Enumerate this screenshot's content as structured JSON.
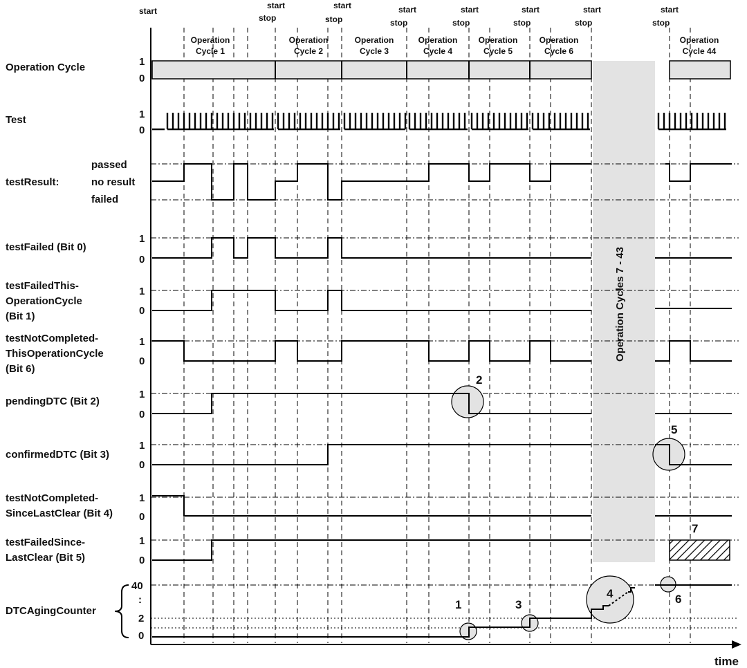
{
  "events": {
    "start": "start",
    "stop": "stop"
  },
  "cycles": [
    {
      "line1": "Operation",
      "line2": "Cycle 1"
    },
    {
      "line1": "Operation",
      "line2": "Cycle 2"
    },
    {
      "line1": "Operation",
      "line2": "Cycle 3"
    },
    {
      "line1": "Operation",
      "line2": "Cycle 4"
    },
    {
      "line1": "Operation",
      "line2": "Cycle 5"
    },
    {
      "line1": "Operation",
      "line2": "Cycle 6"
    },
    {
      "line1": "Operation",
      "line2": "Cycle 44"
    }
  ],
  "gap_label": "Operation Cycles 7 - 43",
  "levels": {
    "one": "1",
    "zero": "0",
    "passed": "passed",
    "no_result": "no result",
    "failed": "failed"
  },
  "signals": {
    "operation_cycle": "Operation Cycle",
    "test": "Test",
    "test_result": "testResult:",
    "test_failed": "testFailed (Bit 0)",
    "tftoc": [
      "testFailedThis-",
      "OperationCycle",
      "(Bit 1)"
    ],
    "tnctoc": [
      "testNotCompleted-",
      "ThisOperationCycle",
      "(Bit 6)"
    ],
    "pending": "pendingDTC (Bit 2)",
    "confirmed": "confirmedDTC (Bit 3)",
    "tncslc": [
      "testNotCompleted-",
      "SinceLastClear (Bit 4)"
    ],
    "tfslc": [
      "testFailedSince-",
      "LastClear (Bit 5)"
    ],
    "aging": "DTCAgingCounter"
  },
  "aging_ticks": [
    "40",
    ":",
    "2",
    "0"
  ],
  "markers": [
    "1",
    "2",
    "3",
    "4",
    "5",
    "6",
    "7"
  ],
  "time_label": "time"
}
